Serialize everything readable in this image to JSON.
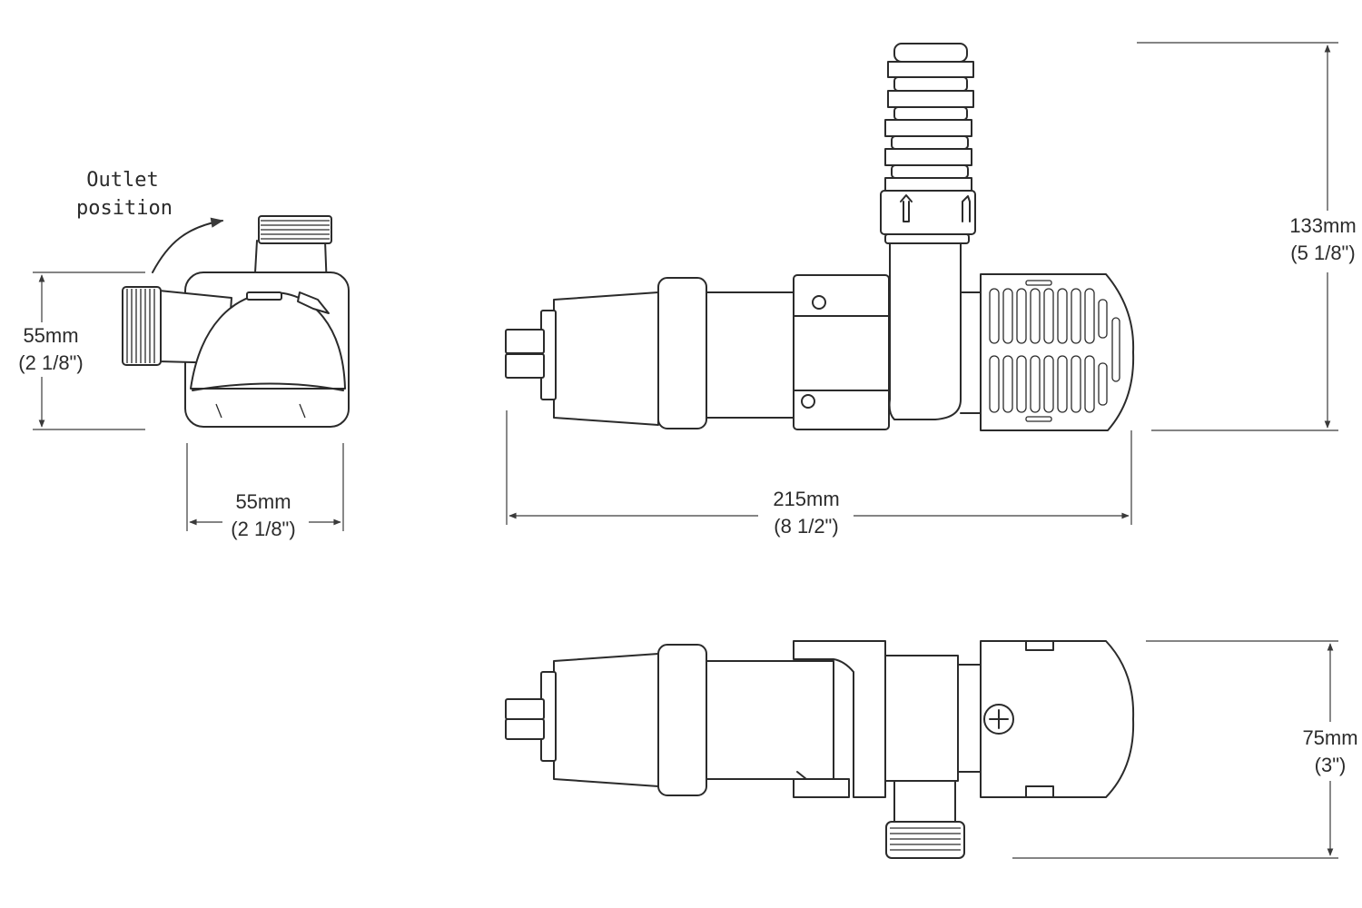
{
  "annotation": {
    "outlet_line1": "Outlet",
    "outlet_line2": "position"
  },
  "dimensions": {
    "end_height": {
      "metric": "55mm",
      "imperial": "(2 1/8\")"
    },
    "end_width": {
      "metric": "55mm",
      "imperial": "(2 1/8\")"
    },
    "length": {
      "metric": "215mm",
      "imperial": "(8 1/2\")"
    },
    "height": {
      "metric": "133mm",
      "imperial": "(5 1/8\")"
    },
    "top_height": {
      "metric": "75mm",
      "imperial": "(3\")"
    }
  },
  "colors": {
    "line": "#2b2b2b",
    "background": "#ffffff"
  }
}
